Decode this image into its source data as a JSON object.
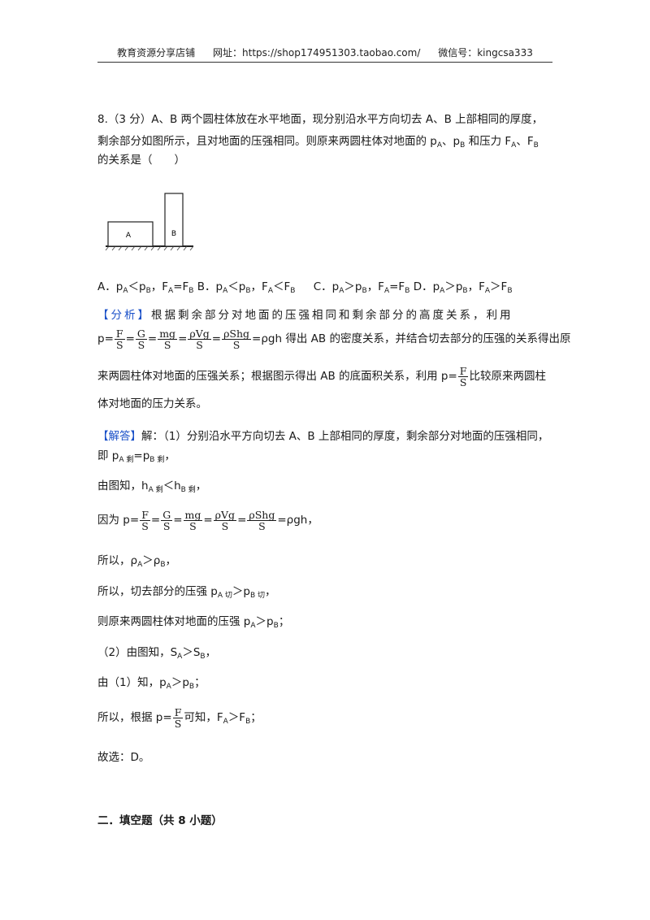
{
  "header": {
    "shop": "教育资源分享店铺",
    "site_label": "网址：",
    "site_url": "https://shop174951303.taobao.com/",
    "wechat_label": "微信号：",
    "wechat_id": "kingcsa333"
  },
  "question": {
    "line1": "8.（3 分）A、B 两个圆柱体放在水平地面，现分别沿水平方向切去 A、B 上部相同的厚度，",
    "line2": "剩余部分如图所示，且对地面的压强相同。则原来两圆柱体对地面的 p",
    "line3": "的关系是（　　）",
    "figure": {
      "label_a": "A",
      "label_b": "B"
    },
    "option_a": "A．",
    "option_b": "B．",
    "option_c": "C．",
    "option_d": "D．"
  },
  "analysis": {
    "tag": "【分析】",
    "line1": "根据剩余部分对地面的压强相同和剩余部分的高度关系，利用",
    "line2_tail": "得出 AB 的密度关系，并结合切去部分的压强的关系得出原",
    "line3_a": "来两圆柱体对地面的压强关系；根据图示得出 AB 的底面积关系，利用 p=",
    "line3_b": "比较原来两圆柱",
    "line4": "体对地面的压力关系。"
  },
  "solution": {
    "tag": "【解答】",
    "line1": "解：（1）分别沿水平方向切去 A、B 上部相同的厚度，剩余部分对地面的压强相同，",
    "line2_prefix": "即",
    "line3_prefix": "由图知，",
    "line4_prefix": "因为",
    "line5_prefix": "所以，",
    "line6_prefix": "所以，切去部分的压强",
    "line7_prefix": "则原来两圆柱体对地面的压强",
    "line8_prefix": "（2）由图知，",
    "line9_prefix": "由（1）知，",
    "line10_prefix": "所以，根据",
    "line10_mid": "可知，",
    "line11": "故选：D。"
  },
  "section2": {
    "title": "二．填空题（共 8 小题）"
  },
  "formula": {
    "F": "F",
    "S": "S",
    "G": "G",
    "mg": "mg",
    "rhoVg": "ρVg",
    "rhoShg": "ρShg",
    "rhogh": "ρgh"
  }
}
